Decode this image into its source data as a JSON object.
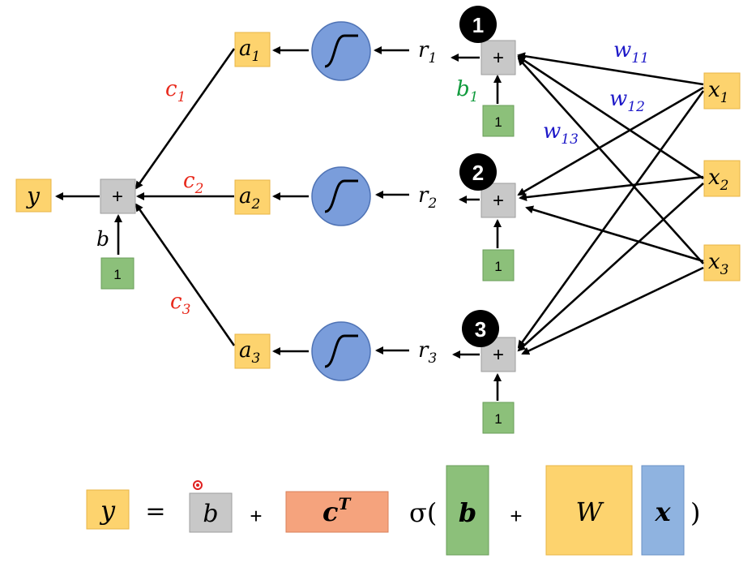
{
  "nodes": {
    "y": "y",
    "plus": "+",
    "bias_input": "1",
    "b": "b",
    "a": [
      "a",
      "a",
      "a"
    ],
    "a_sub": [
      "1",
      "2",
      "3"
    ],
    "r": [
      "r",
      "r",
      "r"
    ],
    "r_sub": [
      "1",
      "2",
      "3"
    ],
    "x": [
      "x",
      "x",
      "x"
    ],
    "x_sub": [
      "1",
      "2",
      "3"
    ],
    "c": [
      "c",
      "c",
      "c"
    ],
    "c_sub": [
      "1",
      "2",
      "3"
    ],
    "b1": "b",
    "b1_sub": "1",
    "circle_numbers": [
      "1",
      "2",
      "3"
    ]
  },
  "weights": [
    {
      "w": "w",
      "sub": "11"
    },
    {
      "w": "w",
      "sub": "12"
    },
    {
      "w": "w",
      "sub": "13"
    }
  ],
  "formula": {
    "y": "y",
    "eq": "=",
    "b": "b",
    "plus1": "+",
    "cT": "c",
    "cT_sup": "T",
    "sigma_open": "σ(",
    "b_bold": "b",
    "plus2": "+",
    "W": "W",
    "x": "x",
    "close": ")"
  },
  "colors": {
    "yellow": "#fdd36e",
    "gray": "#c8c8c8",
    "green": "#8cc07a",
    "red_text": "#e8291c",
    "blue_text": "#1d18c8",
    "green_text": "#0f9a3c",
    "sigmoid": "#7a9ddb",
    "salmon": "#f5a37d",
    "blue_box": "#8fb3e0"
  }
}
